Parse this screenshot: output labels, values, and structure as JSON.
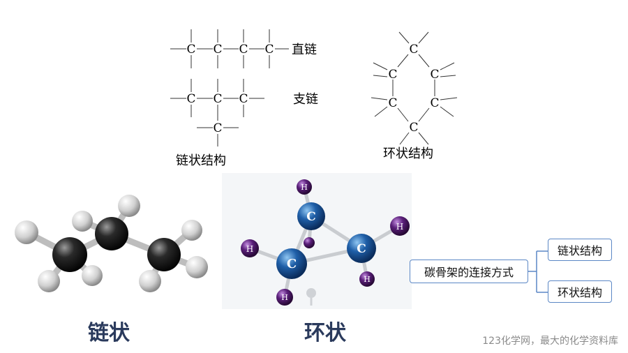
{
  "structures": {
    "carbon_symbol": "C",
    "straight_chain_label": "直链",
    "branched_chain_label": "支链",
    "chain_structure_label": "链状结构",
    "ring_structure_label": "环状结构"
  },
  "models": {
    "chain_caption": "链状",
    "ring_caption": "环状",
    "carbon_atom_label": "C",
    "hydrogen_atom_label": "H"
  },
  "concept_map": {
    "root": "碳骨架的连接方式",
    "branches": [
      "链状结构",
      "环状结构"
    ]
  },
  "footer": {
    "watermark": "123化学网，最大的化学资料库"
  },
  "colors": {
    "box_border": "#5b87c5",
    "carbon_blue": "#1f5fa8",
    "hydrogen_purple": "#5a1f7a",
    "chain_black": "#1c1c1c"
  }
}
